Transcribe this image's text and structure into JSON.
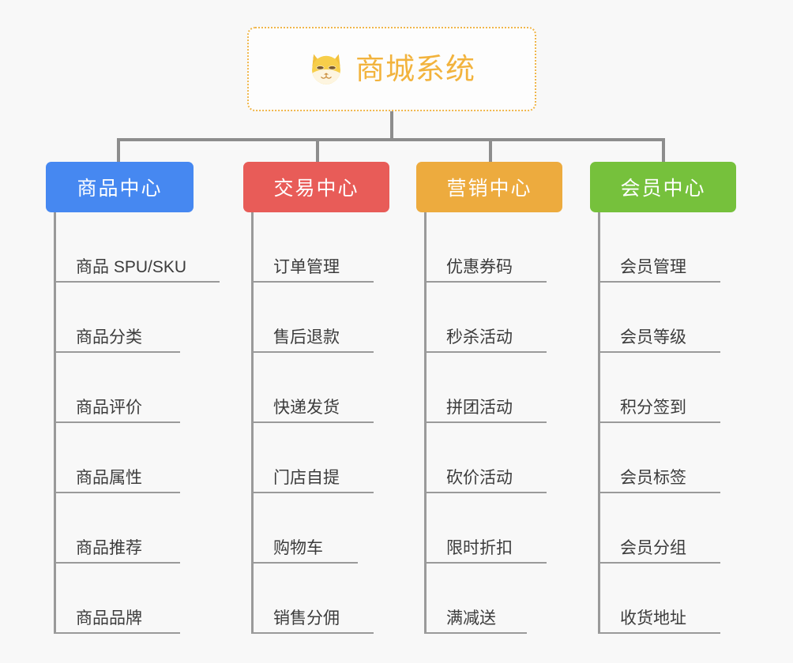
{
  "root": {
    "title": "商城系统",
    "icon": "shiba-dog-icon",
    "border_color": "#f0b64a",
    "text_color": "#f2b33d"
  },
  "canvas": {
    "background": "#f8f8f8",
    "connector_color": "#8d8d8d"
  },
  "columns": [
    {
      "title": "商品中心",
      "color": "#4688f1",
      "items": [
        "商品 SPU/SKU",
        "商品分类",
        "商品评价",
        "商品属性",
        "商品推荐",
        "商品品牌"
      ]
    },
    {
      "title": "交易中心",
      "color": "#e85c58",
      "items": [
        "订单管理",
        "售后退款",
        "快递发货",
        "门店自提",
        "购物车",
        "销售分佣"
      ]
    },
    {
      "title": "营销中心",
      "color": "#edab3e",
      "items": [
        "优惠券码",
        "秒杀活动",
        "拼团活动",
        "砍价活动",
        "限时折扣",
        "满减送"
      ]
    },
    {
      "title": "会员中心",
      "color": "#76c13c",
      "items": [
        "会员管理",
        "会员等级",
        "积分签到",
        "会员标签",
        "会员分组",
        "收货地址"
      ]
    }
  ]
}
